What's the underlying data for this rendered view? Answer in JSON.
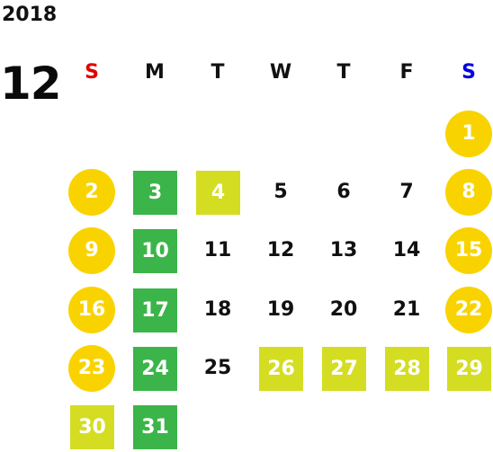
{
  "calendar": {
    "year": "2018",
    "month": "12",
    "weekdays": [
      {
        "label": "S",
        "color": "#e00000"
      },
      {
        "label": "M",
        "color": "#111111"
      },
      {
        "label": "T",
        "color": "#111111"
      },
      {
        "label": "W",
        "color": "#111111"
      },
      {
        "label": "T",
        "color": "#111111"
      },
      {
        "label": "F",
        "color": "#111111"
      },
      {
        "label": "S",
        "color": "#0000dd"
      }
    ],
    "colors": {
      "circle": "#f9d300",
      "green": "#3bb54a",
      "lime": "#d4dd22"
    },
    "weeks": [
      [
        {
          "day": "",
          "style": "empty"
        },
        {
          "day": "",
          "style": "empty"
        },
        {
          "day": "",
          "style": "empty"
        },
        {
          "day": "",
          "style": "empty"
        },
        {
          "day": "",
          "style": "empty"
        },
        {
          "day": "",
          "style": "empty"
        },
        {
          "day": "1",
          "style": "circle"
        }
      ],
      [
        {
          "day": "2",
          "style": "circle"
        },
        {
          "day": "3",
          "style": "green"
        },
        {
          "day": "4",
          "style": "lime"
        },
        {
          "day": "5",
          "style": "plain"
        },
        {
          "day": "6",
          "style": "plain"
        },
        {
          "day": "7",
          "style": "plain"
        },
        {
          "day": "8",
          "style": "circle"
        }
      ],
      [
        {
          "day": "9",
          "style": "circle"
        },
        {
          "day": "10",
          "style": "green"
        },
        {
          "day": "11",
          "style": "plain"
        },
        {
          "day": "12",
          "style": "plain"
        },
        {
          "day": "13",
          "style": "plain"
        },
        {
          "day": "14",
          "style": "plain"
        },
        {
          "day": "15",
          "style": "circle"
        }
      ],
      [
        {
          "day": "16",
          "style": "circle"
        },
        {
          "day": "17",
          "style": "green"
        },
        {
          "day": "18",
          "style": "plain"
        },
        {
          "day": "19",
          "style": "plain"
        },
        {
          "day": "20",
          "style": "plain"
        },
        {
          "day": "21",
          "style": "plain"
        },
        {
          "day": "22",
          "style": "circle"
        }
      ],
      [
        {
          "day": "23",
          "style": "circle"
        },
        {
          "day": "24",
          "style": "green"
        },
        {
          "day": "25",
          "style": "plain"
        },
        {
          "day": "26",
          "style": "lime"
        },
        {
          "day": "27",
          "style": "lime"
        },
        {
          "day": "28",
          "style": "lime"
        },
        {
          "day": "29",
          "style": "lime"
        }
      ],
      [
        {
          "day": "30",
          "style": "lime"
        },
        {
          "day": "31",
          "style": "green"
        },
        {
          "day": "",
          "style": "empty"
        },
        {
          "day": "",
          "style": "empty"
        },
        {
          "day": "",
          "style": "empty"
        },
        {
          "day": "",
          "style": "empty"
        },
        {
          "day": "",
          "style": "empty"
        }
      ]
    ]
  }
}
